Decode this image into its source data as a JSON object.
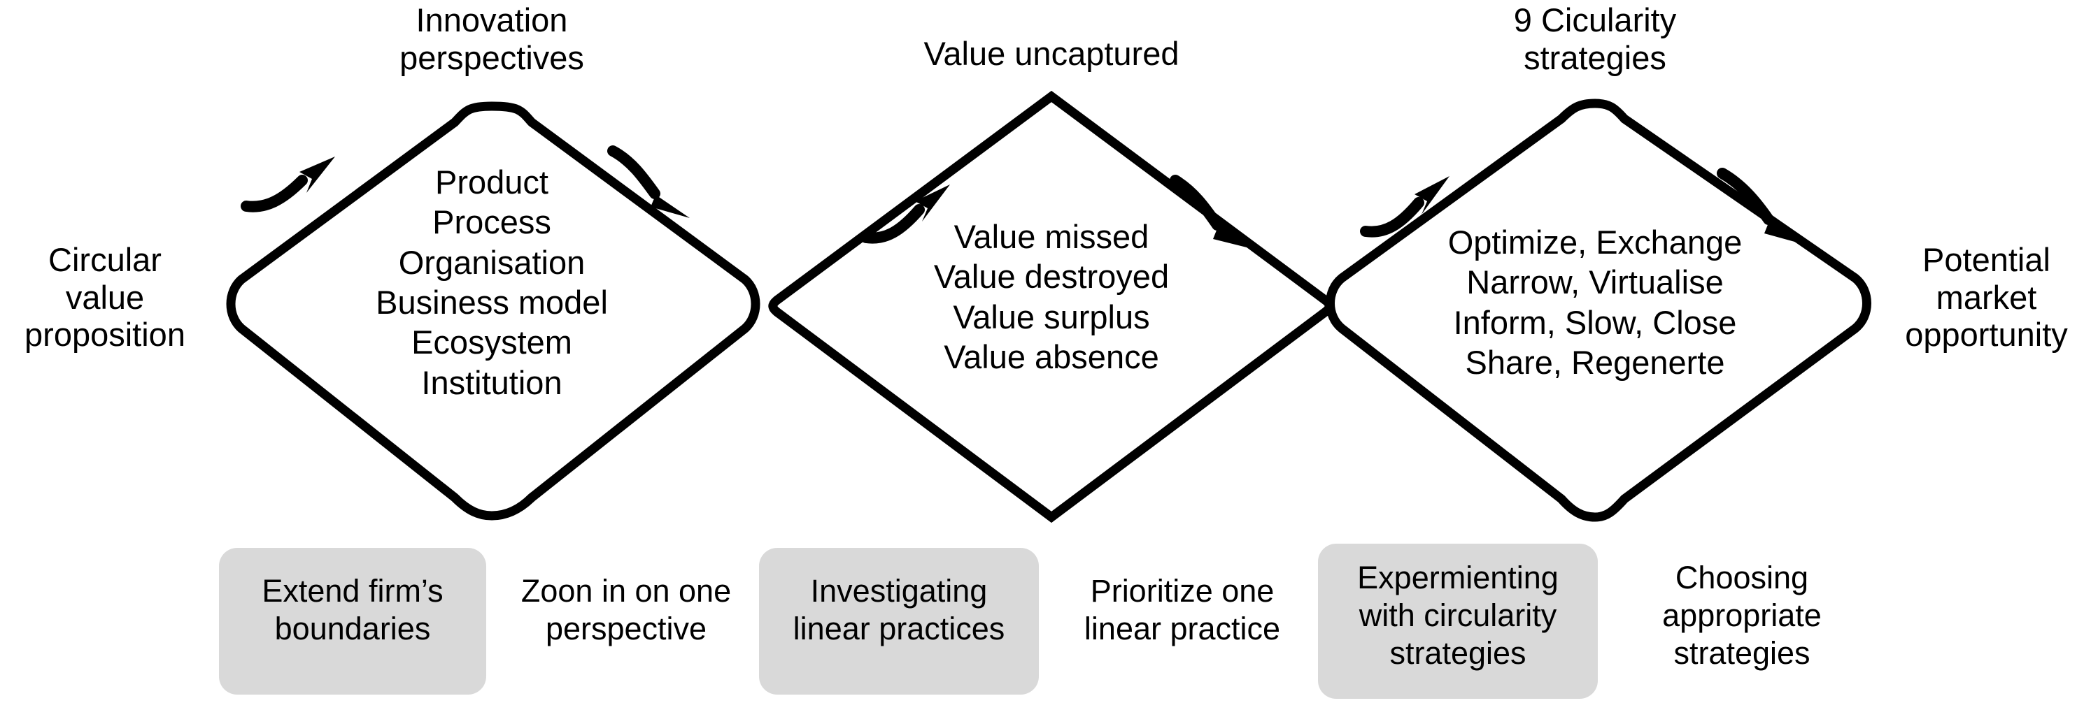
{
  "diagram": {
    "title": "Circular value proposition funnel diagram",
    "left_label": "Circular\nvalue\nproposition",
    "right_label": "Potential\nmarket\nopportunity",
    "accent_grey": "#d9d9d9",
    "line_color": "#000000",
    "background": "#ffffff",
    "stages": [
      {
        "id": "innovation-perspectives",
        "heading": "Innovation\nperspectives",
        "items": "Product\nProcess\nOrganisation\nBusiness model\nEcosystem\nInstitution",
        "diverge_caption": "Extend firm’s\nboundaries",
        "converge_caption": "Zoon in on one\nperspective"
      },
      {
        "id": "value-uncaptured",
        "heading": "Value uncaptured",
        "items": "Value missed\nValue destroyed\nValue surplus\nValue absence",
        "diverge_caption": "Investigating\nlinear practices",
        "converge_caption": "Prioritize one\nlinear practice"
      },
      {
        "id": "circularity-strategies",
        "heading": "9 Cicularity\nstrategies",
        "items": "Optimize, Exchange\nNarrow, Virtualise\nInform, Slow, Close\nShare, Regenerte",
        "diverge_caption": "Expermienting\nwith circularity\nstrategies",
        "converge_caption": "Choosing\nappropriate\nstrategies"
      }
    ],
    "icons": {
      "diverge_arrow": "curved-up-right-arrow-icon",
      "converge_arrow": "curved-down-right-arrow-icon",
      "diamond": "diamond-shape-icon"
    }
  }
}
